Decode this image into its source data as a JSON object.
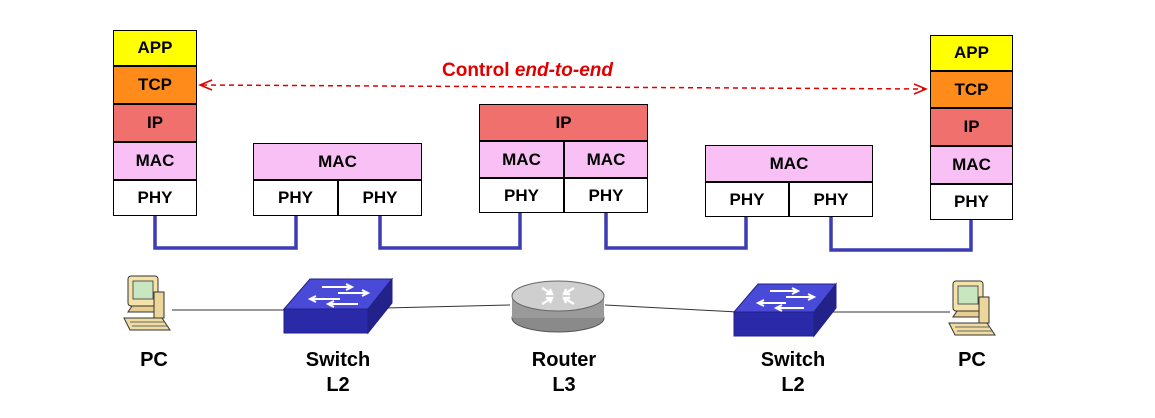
{
  "control": {
    "label": "Control",
    "label_em": "end-to-end"
  },
  "stacks": {
    "pc_left": {
      "app": "APP",
      "tcp": "TCP",
      "ip": "IP",
      "mac": "MAC",
      "phy": "PHY"
    },
    "switch_1": {
      "mac": "MAC",
      "phy_a": "PHY",
      "phy_b": "PHY"
    },
    "router": {
      "ip": "IP",
      "mac_a": "MAC",
      "mac_b": "MAC",
      "phy_a": "PHY",
      "phy_b": "PHY"
    },
    "switch_2": {
      "mac": "MAC",
      "phy_a": "PHY",
      "phy_b": "PHY"
    },
    "pc_right": {
      "app": "APP",
      "tcp": "TCP",
      "ip": "IP",
      "mac": "MAC",
      "phy": "PHY"
    }
  },
  "devices": {
    "pc_left": {
      "name": "PC",
      "sub": ""
    },
    "switch_1": {
      "name": "Switch",
      "sub": "L2"
    },
    "router": {
      "name": "Router",
      "sub": "L3"
    },
    "switch_2": {
      "name": "Switch",
      "sub": "L2"
    },
    "pc_right": {
      "name": "PC",
      "sub": ""
    }
  },
  "colors": {
    "app": "#ffff00",
    "tcp": "#ff8c1a",
    "ip": "#f0706e",
    "mac": "#f8c0f4",
    "phy": "#ffffff",
    "link": "#3c3cb4",
    "control": "#e00000",
    "switch": "#3030c0",
    "router": "#b8b8b8"
  },
  "icons": [
    "pc-icon",
    "switch-icon",
    "router-icon"
  ]
}
